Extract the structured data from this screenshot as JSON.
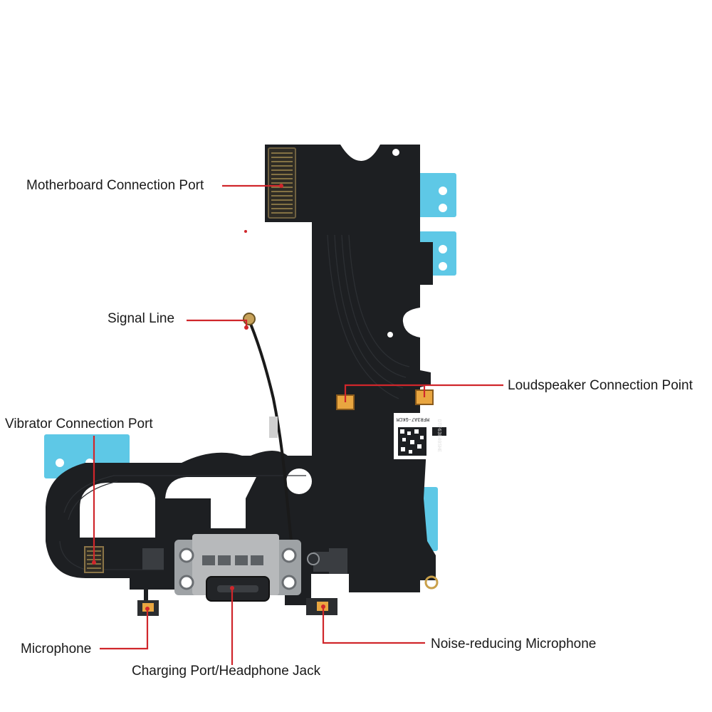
{
  "labels": {
    "motherboard": "Motherboard Connection Port",
    "signal": "Signal Line",
    "vibrator": "Vibrator Connection Port",
    "loudspeaker": "Loudspeaker Connection Point",
    "microphone": "Microphone",
    "charging": "Charging Port/Headphone Jack",
    "noise_mic": "Noise-reducing Microphone"
  },
  "chip_text": {
    "line1": "MFR3A7-GKCM",
    "line2": "DTF63840SHE"
  },
  "colors": {
    "board": "#1d1f22",
    "tape": "#5ec8e6",
    "leader": "#d0262b",
    "contact": "#e9a640",
    "metal": "#b7b9bb"
  }
}
